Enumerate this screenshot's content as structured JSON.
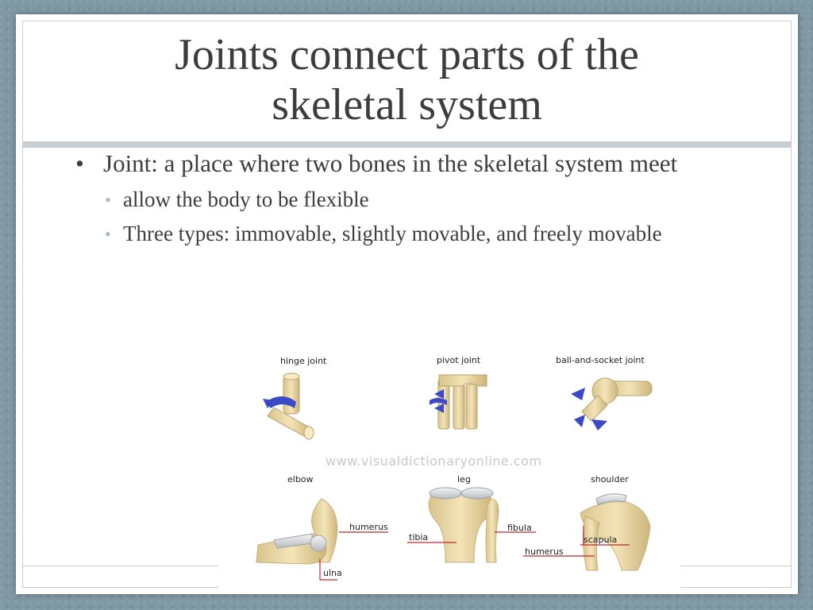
{
  "slide": {
    "title_line1": "Joints connect parts of the",
    "title_line2": "skeletal system",
    "bullets": [
      {
        "text": "Joint: a place where two bones in the skeletal system meet",
        "level": 1
      },
      {
        "text": "allow the body to be flexible",
        "level": 2
      },
      {
        "text": "Three types: immovable, slightly movable, and freely movable",
        "level": 2
      }
    ],
    "bullet_glyph_l1": "•",
    "bullet_glyph_l2": "•"
  },
  "figure": {
    "joint_labels": {
      "hinge": "hinge joint",
      "pivot": "pivot joint",
      "ball": "ball-and-socket joint"
    },
    "watermark": "www.visualdictionaryonline.com",
    "example_labels": {
      "elbow": "elbow",
      "leg": "leg",
      "shoulder": "shoulder"
    },
    "bone_labels": {
      "elbow_humerus": "humerus",
      "elbow_ulna": "ulna",
      "leg_tibia": "tibia",
      "leg_fibula": "fibula",
      "shoulder_scapula": "scapula",
      "shoulder_humerus": "humerus"
    }
  },
  "colors": {
    "background": "#7f98a4",
    "text": "#3d3d3d",
    "bone": "#efdcaa",
    "arrow": "#3a49c7",
    "leader": "#c0272d"
  }
}
